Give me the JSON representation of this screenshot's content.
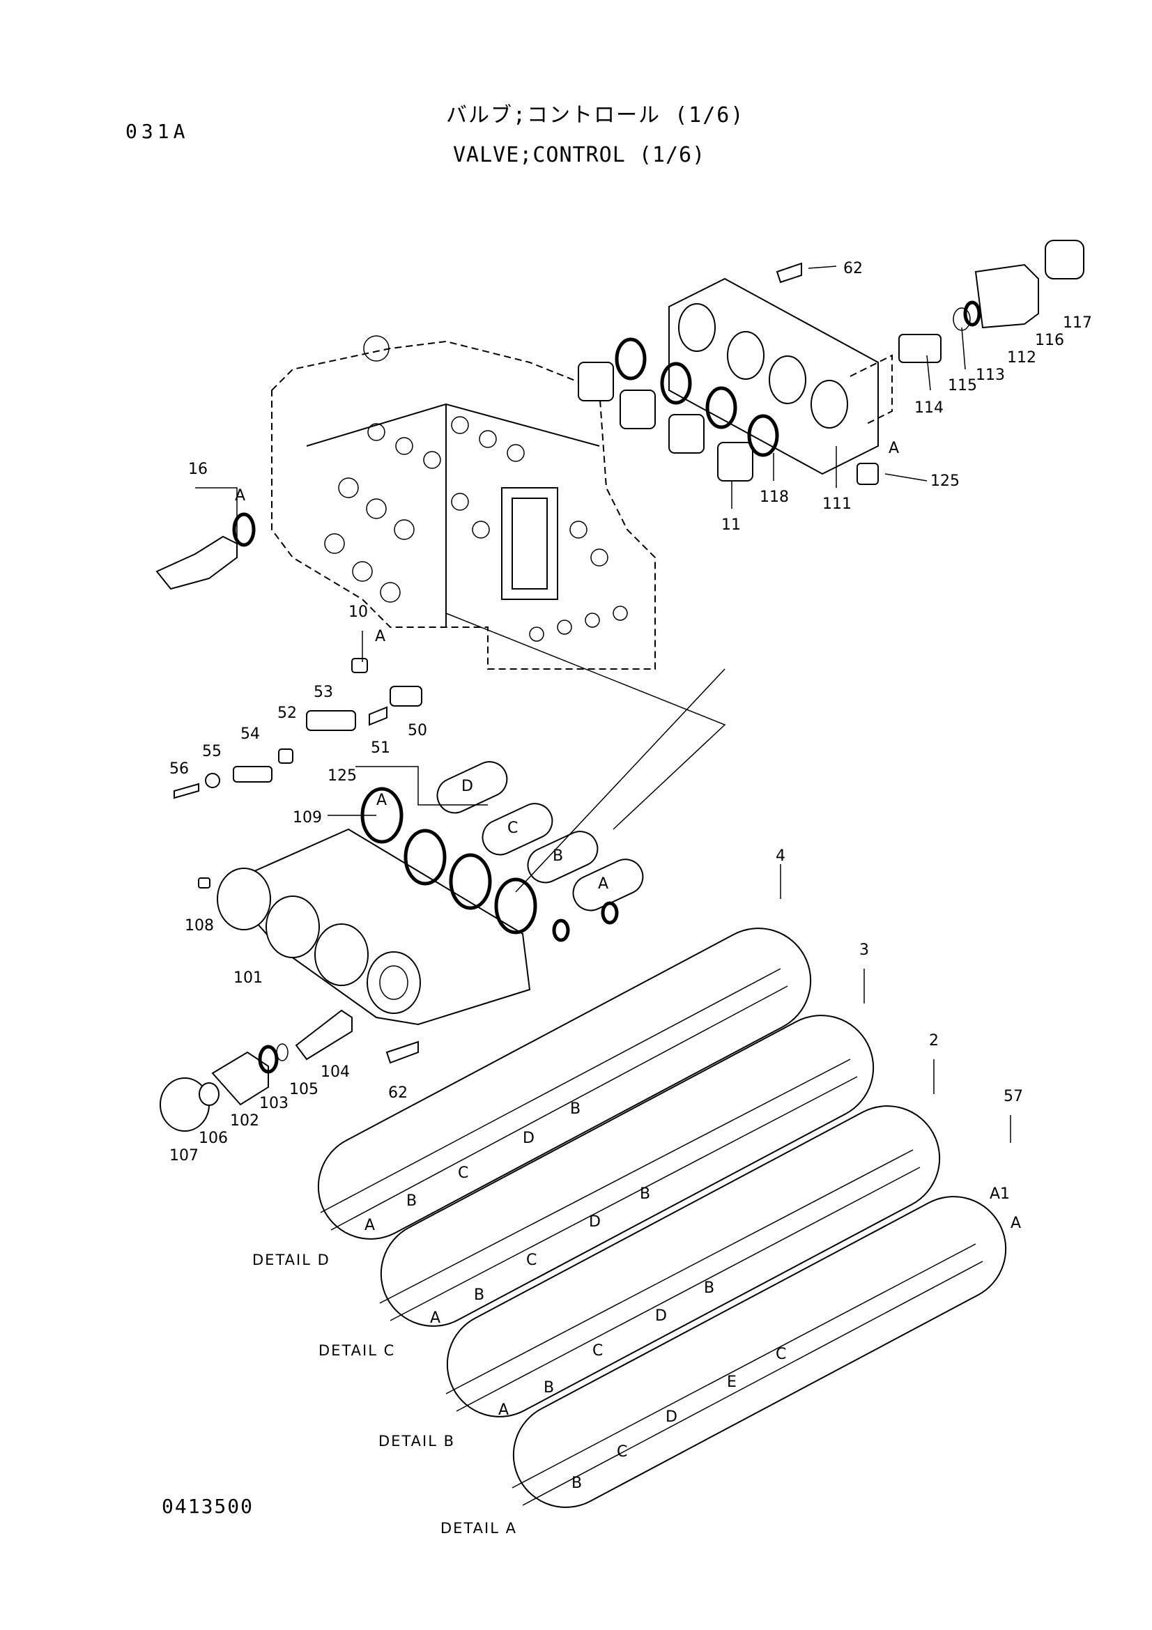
{
  "sheet_code": "031A",
  "title_jp": "バルブ;コントロール (1/6)",
  "title_en": "VALVE;CONTROL (1/6)",
  "drawing_number": "0413500",
  "part_callouts": [
    "62",
    "117",
    "116",
    "112",
    "113",
    "115",
    "114",
    "125",
    "111",
    "118",
    "11",
    "16",
    "10",
    "53",
    "52",
    "50",
    "51",
    "54",
    "55",
    "56",
    "125",
    "109",
    "108",
    "101",
    "62",
    "104",
    "105",
    "103",
    "102",
    "106",
    "107",
    "4",
    "3",
    "2",
    "57"
  ],
  "detail_letters": [
    "A",
    "A",
    "A",
    "D",
    "C",
    "B",
    "A",
    "A",
    "A",
    "B",
    "C",
    "D",
    "B",
    "A",
    "B",
    "C",
    "D",
    "B",
    "A",
    "B",
    "C",
    "D",
    "B",
    "A1",
    "A",
    "E",
    "C",
    "B",
    "C",
    "D"
  ],
  "detail_labels": [
    "DETAIL D",
    "DETAIL C",
    "DETAIL B",
    "DETAIL A"
  ]
}
